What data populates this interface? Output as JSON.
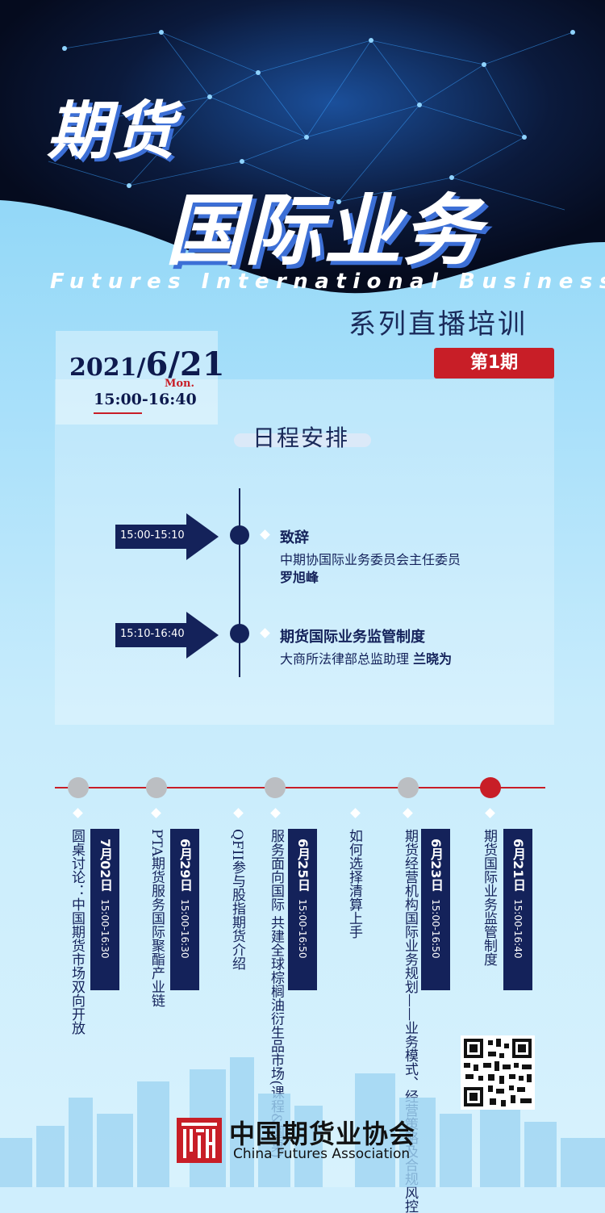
{
  "header": {
    "title_line1": "期货",
    "title_line2": "国际业务",
    "subtitle_en": "Futures International Business",
    "series_title": "系列直播培训",
    "issue": "第1期"
  },
  "event": {
    "date_prefix": "2021/",
    "date_main": "6/21",
    "weekday": "Mon.",
    "time": "15:00-16:40"
  },
  "schedule": {
    "heading": "日程安排",
    "items": [
      {
        "time": "15:00-15:10",
        "title": "致辞",
        "desc": "中期协国际业务委员会主任委员",
        "speaker": "罗旭峰"
      },
      {
        "time": "15:10-16:40",
        "title": "期货国际业务监管制度",
        "desc": "大商所法律部总监助理",
        "speaker": "兰晓为"
      }
    ]
  },
  "series_timeline": [
    {
      "date": "7月02日",
      "time": "15:00-16:30",
      "topic": "圆桌讨论：中国期货市场双向开放",
      "active": false
    },
    {
      "date": "6月29日",
      "time": "15:00-16:30",
      "topic": "PTA期货服务国际聚酯产业链",
      "active": false
    },
    {
      "date": "6月25日",
      "time": "15:00-16:50",
      "topic": "服务面向国际 共建全球棕榈油衍生品市场(课程&圆桌)",
      "topic2": "QFII参与股指期货介绍",
      "active": false
    },
    {
      "date": "6月23日",
      "time": "15:00-16:50",
      "topic": "期货经营机构国际业务规划——业务模式、经营策略及合规风控",
      "topic2": "如何选择清算上手",
      "active": false
    },
    {
      "date": "6月21日",
      "time": "15:00-16:40",
      "topic": "期货国际业务监管制度",
      "active": true
    }
  ],
  "footer": {
    "org_cn": "中国期货业协会",
    "org_en": "China Futures Association"
  },
  "colors": {
    "navy": "#14225a",
    "red": "#c81e27",
    "sky": "#a9e0fa"
  }
}
